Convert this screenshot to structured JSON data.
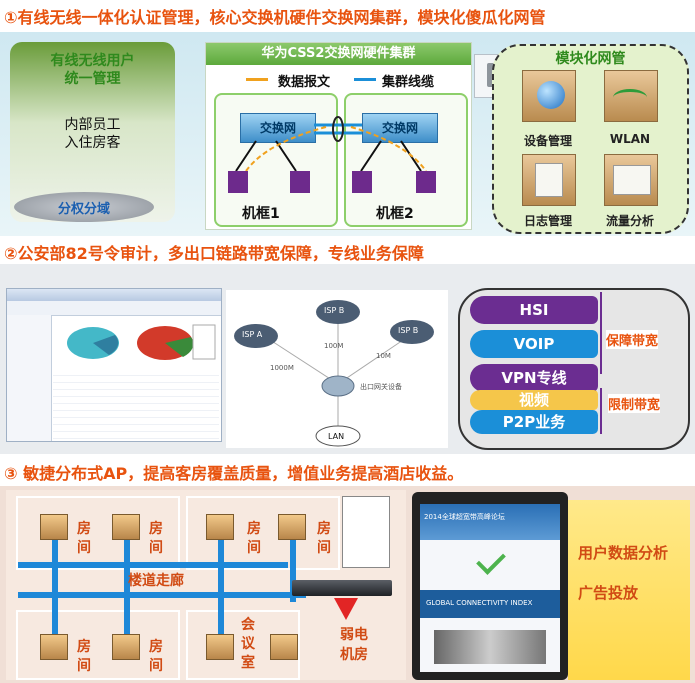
{
  "headings": {
    "s1": "①有线无线一体化认证管理，核心交换机硬件交换网集群，模块化傻瓜化网管",
    "s2": "②公安部82号令审计，多出口链路带宽保障，专线业务保障",
    "s3": "③ 敏捷分布式AP，提高客房覆盖质量，增值业务提高酒店收益。"
  },
  "auth_panel": {
    "title_line1": "有线无线用户",
    "title_line2": "统一管理",
    "users_line1": "内部员工",
    "users_line2": "入住房客",
    "footer": "分权分域"
  },
  "cluster_panel": {
    "title": "华为CSS2交换网硬件集群",
    "legend_data": "数据报文",
    "legend_cable": "集群线缆",
    "switch_label": "交换网",
    "frame1": "机框1",
    "frame2": "机框2"
  },
  "mgmt_panel": {
    "title": "模块化网管",
    "items": [
      "设备管理",
      "WLAN",
      "日志管理",
      "流量分析"
    ]
  },
  "network": {
    "isp_a": "ISP A",
    "isp_b": "ISP B",
    "isp_c": "ISP B",
    "link_a": "1000M",
    "link_b": "100M",
    "link_c": "10M",
    "router": "出口网关设备",
    "lan": "LAN"
  },
  "bandwidth": {
    "bars": [
      "HSI",
      "VOIP",
      "VPN专线",
      "视频",
      "P2P业务"
    ],
    "guarantee": "保障带宽",
    "limit": "限制带宽",
    "colors": [
      "#6b2d91",
      "#1b8fd8",
      "#6b2d91",
      "#f5c64a",
      "#1b8fd8"
    ]
  },
  "floor": {
    "room": [
      "房",
      "间"
    ],
    "corridor": "楼道走廊",
    "meeting": [
      "会",
      "议",
      "室"
    ],
    "weak_room": [
      "弱电",
      "机房"
    ]
  },
  "analytics": {
    "item1": "用户数据分析",
    "item2": "广告投放",
    "phone_banner": "2014全球超宽带高峰论坛",
    "phone_index": "GLOBAL CONNECTIVITY INDEX"
  },
  "colors": {
    "heading": "#e8530f",
    "accent_green": "#2f8a1d",
    "line_blue": "#1e88d8"
  }
}
